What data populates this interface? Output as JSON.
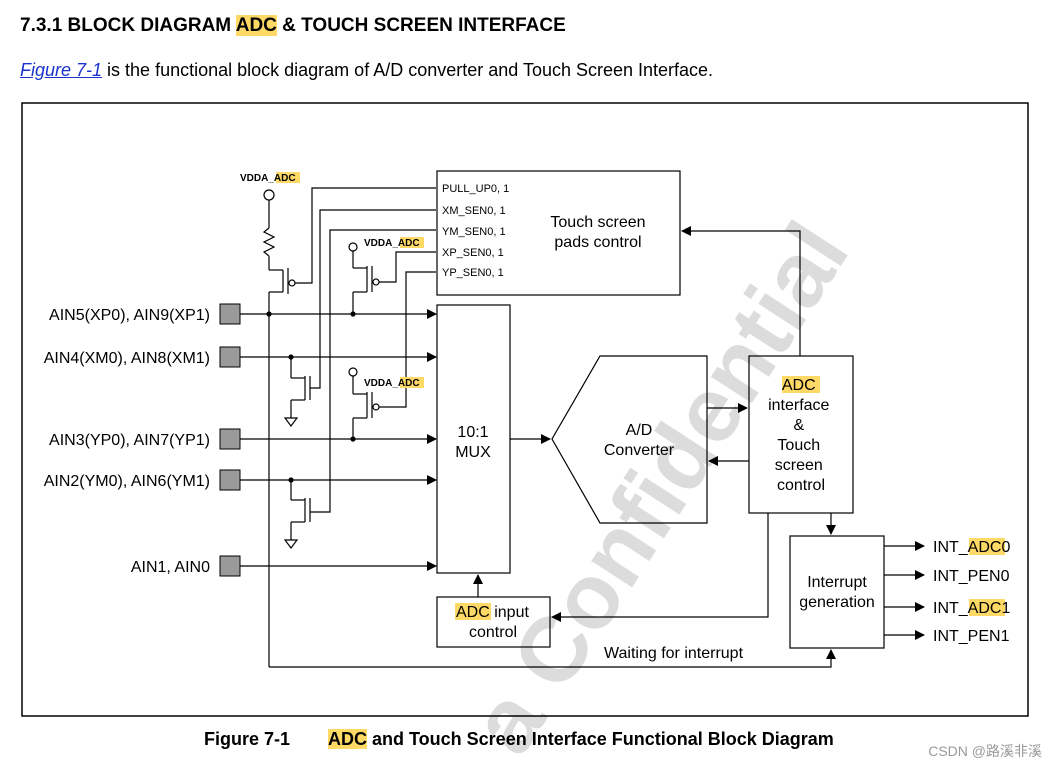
{
  "heading": {
    "prefix": "7.3.1  BLOCK DIAGRAM ",
    "highlight": "ADC",
    "suffix": " & TOUCH SCREEN INTERFACE"
  },
  "intro": {
    "link": "Figure 7-1",
    "text": " is the functional block diagram of A/D converter and Touch Screen Interface."
  },
  "diagram": {
    "vdda_prefix": "VDDA_",
    "vdda_highlight": "ADC",
    "touch_pad_signals": [
      "PULL_UP0, 1",
      "XM_SEN0, 1",
      "YM_SEN0, 1",
      "XP_SEN0, 1",
      "YP_SEN0, 1"
    ],
    "touch_block": [
      "Touch screen",
      "pads control"
    ],
    "inputs": [
      "AIN5(XP0),  AIN9(XP1)",
      "AIN4(XM0),  AIN8(XM1)",
      "AIN3(YP0),  AIN7(YP1)",
      "AIN2(YM0),  AIN6(YM1)",
      "AIN1,  AIN0"
    ],
    "mux": [
      "10:1",
      "MUX"
    ],
    "converter": [
      "A/D",
      "Converter"
    ],
    "adc_iface": {
      "highlight": "ADC",
      "lines": [
        "interface",
        "&",
        "Touch",
        "screen",
        "control"
      ]
    },
    "input_ctrl": {
      "highlight": "ADC",
      "line1_rest": " input",
      "line2": "control"
    },
    "interrupt": [
      "Interrupt",
      "generation"
    ],
    "outputs": [
      {
        "prefix": "INT_",
        "highlight": "ADC",
        "suffix": "0"
      },
      {
        "prefix": "INT_PEN0",
        "highlight": "",
        "suffix": ""
      },
      {
        "prefix": "INT_",
        "highlight": "ADC",
        "suffix": "1"
      },
      {
        "prefix": "INT_PEN1",
        "highlight": "",
        "suffix": ""
      }
    ],
    "wait_label": "Waiting for interrupt",
    "watermark": "a Confidential"
  },
  "caption": {
    "number": "Figure 7-1",
    "highlight": "ADC",
    "title": " and Touch Screen Interface Functional Block Diagram"
  },
  "csdn_tag": "CSDN @路溪非溪",
  "colors": {
    "highlight": "#ffd966",
    "link": "#1a33cc",
    "watermark": "#d9d9d9"
  }
}
